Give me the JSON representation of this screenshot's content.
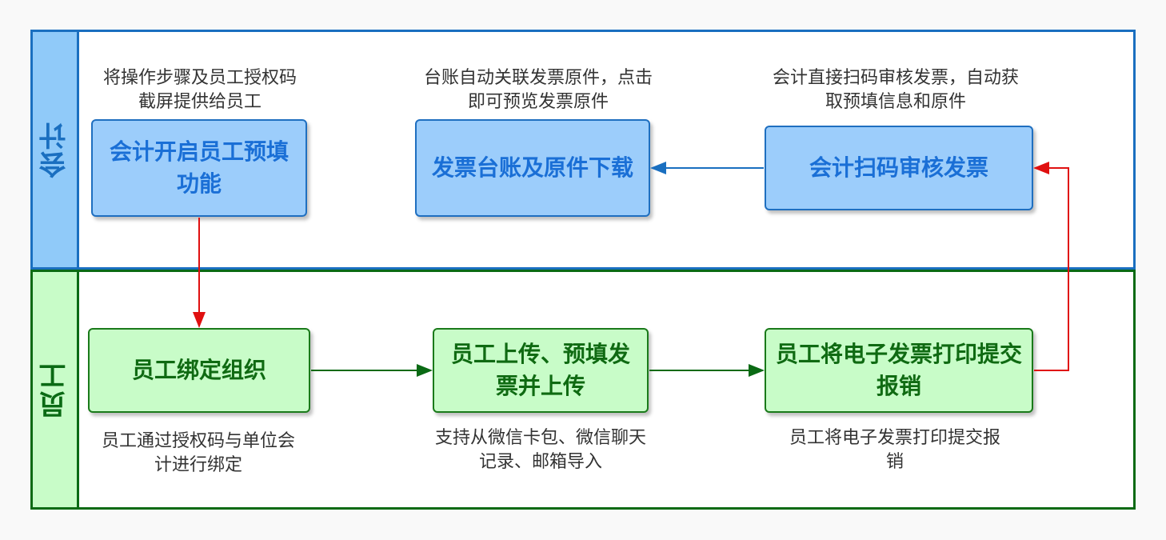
{
  "lanes": {
    "accountant": {
      "title": "会计"
    },
    "employee": {
      "title": "员工"
    }
  },
  "nodes": {
    "enable_prefill": "会计开启员工预填功能",
    "invoice_ledger": "发票台账及原件下载",
    "scan_review": "会计扫码审核发票",
    "bind_org": "员工绑定组织",
    "upload_prefill": "员工上传、预填发票并上传",
    "print_submit": "员工将电子发票打印提交报销"
  },
  "notes": {
    "enable_prefill": "将操作步骤及员工授权码截屏提供给员工",
    "invoice_ledger": "台账自动关联发票原件，点击即可预览发票原件",
    "scan_review": "会计直接扫码审核发票，自动获取预填信息和原件",
    "bind_org": "员工通过授权码与单位会计进行绑定",
    "upload_prefill": "支持从微信卡包、微信聊天记录、邮箱导入",
    "print_submit": "员工将电子发票打印提交报销"
  },
  "colors": {
    "accountant_lane": "#1a6fc0",
    "employee_lane": "#0a6a14",
    "arrow_red": "#e01010",
    "arrow_blue": "#1a6fc0",
    "arrow_green": "#0a6a14"
  }
}
